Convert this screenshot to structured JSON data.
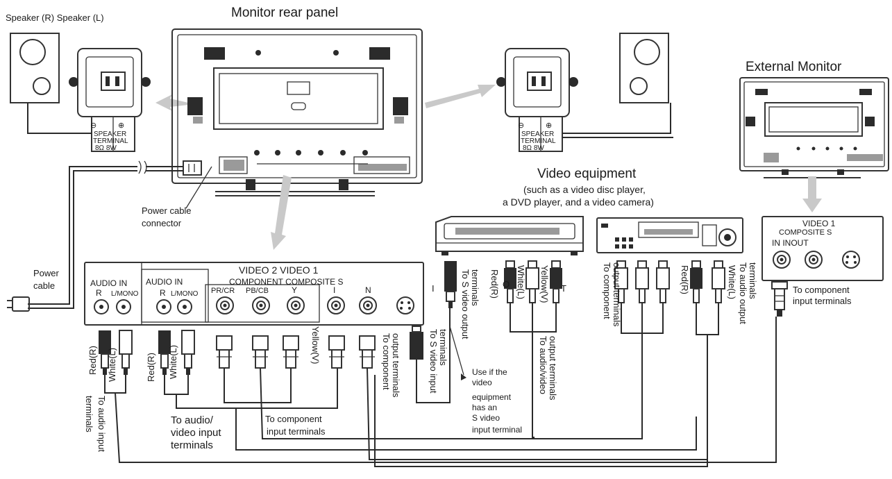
{
  "labels": {
    "speakers_rl": "Speaker (R) Speaker (L)",
    "monitor_rear_panel": "Monitor rear panel",
    "external_monitor": "External Monitor",
    "speaker_terminal_left": [
      "SPEAKER",
      "TERMINAL",
      "8Ω 8W"
    ],
    "speaker_terminal_right": [
      "SPEAKER",
      "TERMINAL",
      "8Ω 8W"
    ],
    "video_equipment": "Video equipment",
    "video_equipment_note": [
      "(such as a video disc player,",
      "a DVD player, and a video camera)"
    ],
    "power_cable_connector": [
      "Power cable",
      "connector"
    ],
    "power_cable": [
      "Power",
      "cable"
    ],
    "panel_video_header": "VIDEO 2 VIDEO 1",
    "panel_component_header": "COMPONENT COMPOSITE S",
    "audio_in_1": "AUDIO IN",
    "audio_in_2": "AUDIO IN",
    "jack_r": "R",
    "jack_lmono": "L/MONO",
    "jack_pr": "PR/CR",
    "jack_pb": "PB/CB",
    "jack_y": "Y",
    "jack_i": "I",
    "jack_n": "N",
    "ext_video1": "VIDEO 1",
    "ext_composite_s": "COMPOSITE S",
    "ext_in_out": "IN INOUT",
    "to_component_input_right": [
      "To component",
      "input terminals"
    ],
    "to_s_video_output": [
      "To S video output",
      "terminals"
    ],
    "letter_i": "I",
    "letter_t": "T",
    "red_r": "Red(R)",
    "white_l": "White(L)",
    "yellow_v": "Yellow(V)",
    "to_component_output_right": [
      "To component",
      "output terminals"
    ],
    "to_audio_output": [
      "To audio output",
      "terminals"
    ],
    "red_r_right": "Red(R)",
    "white_l_right": "White(L)",
    "red_r_bottom_left": "Red(R)",
    "white_l_bottom_left": "White(L)",
    "to_audio_input": [
      "To audio input",
      "terminals"
    ],
    "red_r_bottom_2": "Red(R)",
    "white_l_bottom_2": "White(L)",
    "yellow_v_bottom": "Yellow(V)",
    "to_component_output_bottom": [
      "To component",
      "output terminals"
    ],
    "to_s_video_input": [
      "To S video input",
      "terminals"
    ],
    "use_if": [
      "Use if the",
      "video",
      "equipment",
      "has an",
      "S video",
      "input terminal"
    ],
    "to_av_output": [
      "To audio/video",
      "output terminals"
    ],
    "to_av_input": [
      "To audio/",
      "video input",
      "terminals"
    ],
    "to_component_input_bottom": [
      "To component",
      "input terminals"
    ],
    "cable_o": "O"
  }
}
